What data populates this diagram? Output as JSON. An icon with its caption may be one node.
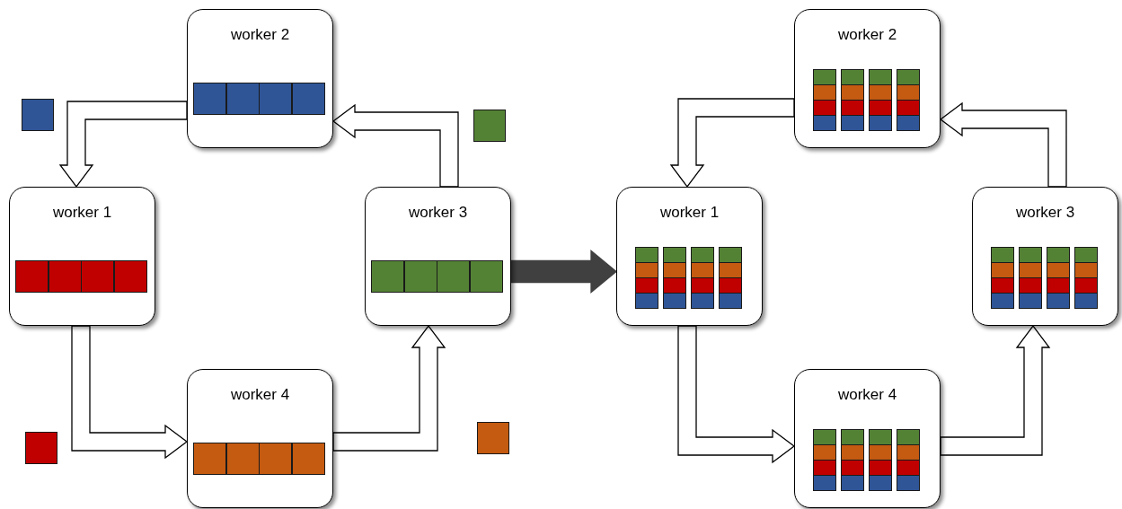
{
  "diagram": {
    "nodes": [
      {
        "text": [
          "worker 2"
        ]
      },
      {
        "text": [
          "worker 1"
        ]
      },
      {
        "text": [
          "worker 3"
        ]
      },
      {
        "text": [
          "worker 4"
        ]
      },
      {
        "text": [
          "worker 2"
        ]
      },
      {
        "text": [
          "worker 1"
        ]
      },
      {
        "text": [
          "worker 3"
        ]
      },
      {
        "text": [
          "worker 4"
        ]
      }
    ],
    "edges": [
      {
        "from": 0,
        "to": 1,
        "arrow": "to"
      },
      {
        "from": 1,
        "to": 3,
        "arrow": "to"
      },
      {
        "from": 3,
        "to": 2,
        "arrow": "to"
      },
      {
        "from": 2,
        "to": 0,
        "arrow": "to"
      },
      {
        "from": 2,
        "to": 5,
        "arrow": "to",
        "style": "thick",
        "color": "#404040"
      },
      {
        "from": 4,
        "to": 5,
        "arrow": "to"
      },
      {
        "from": 5,
        "to": 7,
        "arrow": "to"
      },
      {
        "from": 7,
        "to": 6,
        "arrow": "to"
      },
      {
        "from": 6,
        "to": 4,
        "arrow": "to"
      }
    ]
  }
}
